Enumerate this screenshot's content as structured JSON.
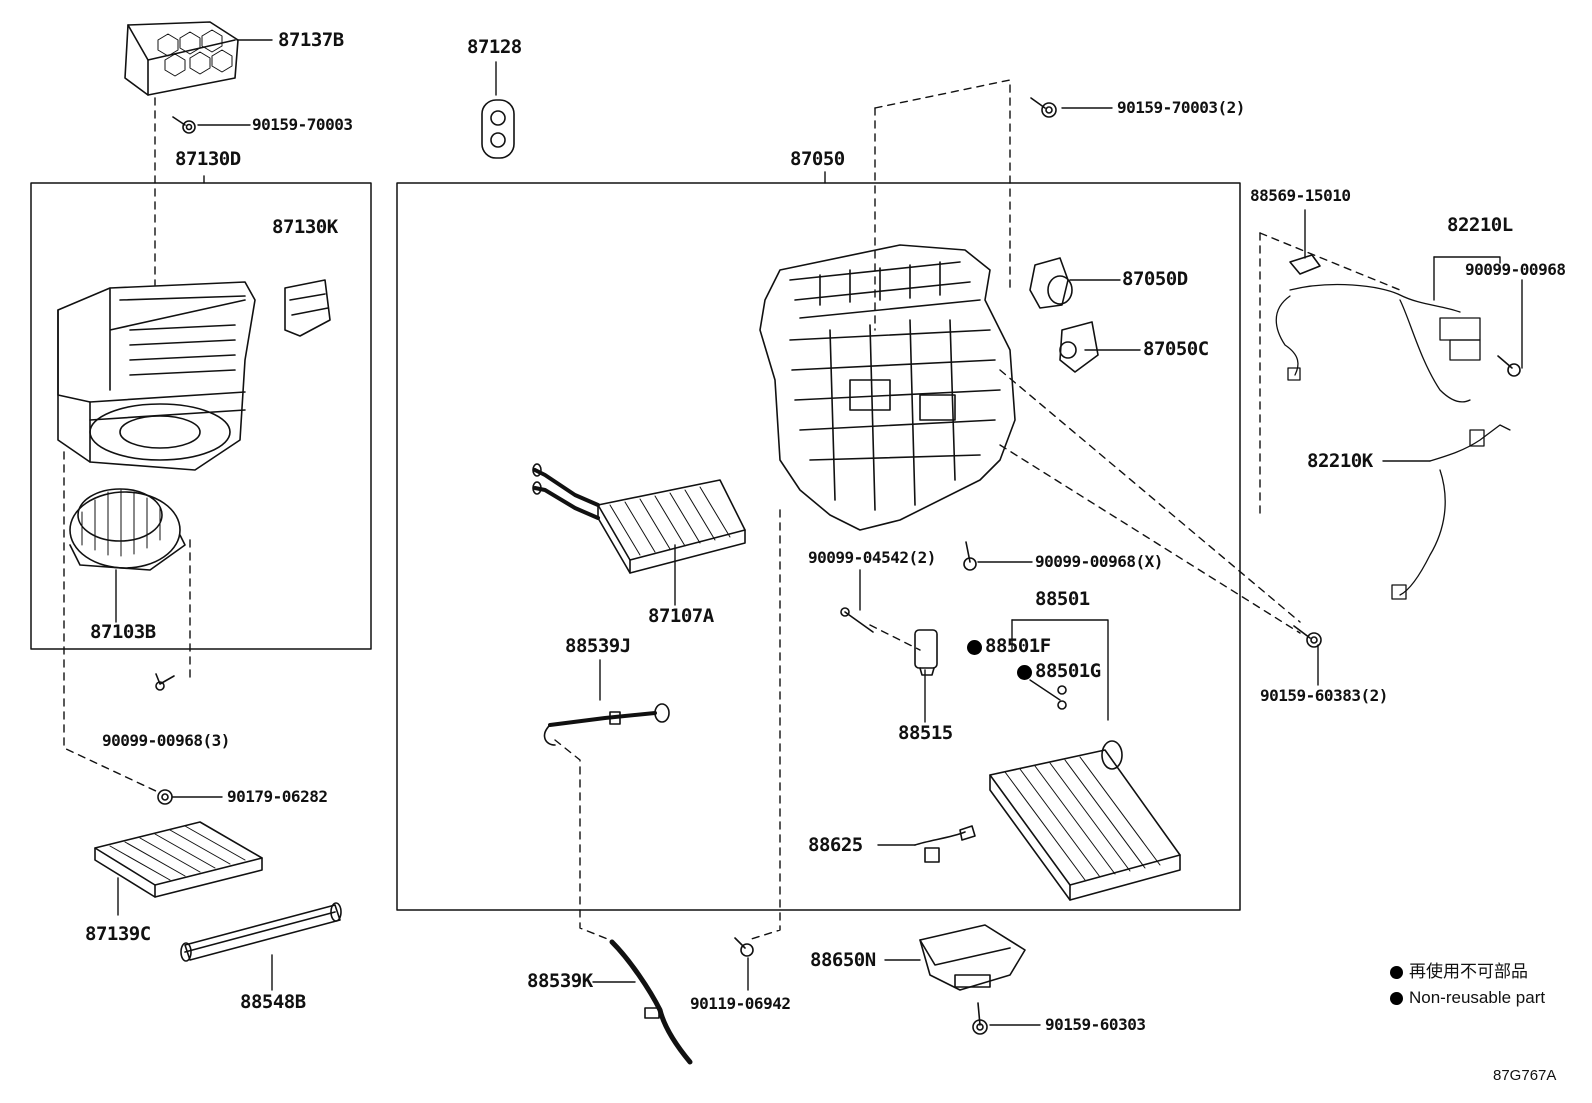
{
  "diagram": {
    "part_labels": {
      "p87137B": "87137B",
      "p90159_70003": "90159-70003",
      "p87130D": "87130D",
      "p87130K": "87130K",
      "p87103B": "87103B",
      "p90099_00968_3": "90099-00968(3)",
      "p90179_06282": "90179-06282",
      "p87139C": "87139C",
      "p88548B": "88548B",
      "p87128": "87128",
      "p87050": "87050",
      "p90159_70003_2": "90159-70003(2)",
      "p87050D": "87050D",
      "p87050C": "87050C",
      "p88569_15010": "88569-15010",
      "p82210L": "82210L",
      "p90099_00968": "90099-00968",
      "p82210K": "82210K",
      "p87107A": "87107A",
      "p88539J": "88539J",
      "p90099_04542_2": "90099-04542(2)",
      "p90099_00968_X": "90099-00968(X)",
      "p88501": "88501",
      "p88501F": "88501F",
      "p88501G": "88501G",
      "p88515": "88515",
      "p90159_60383_2": "90159-60383(2)",
      "p88625": "88625",
      "p88539K": "88539K",
      "p90119_06942": "90119-06942",
      "p88650N": "88650N",
      "p90159_60303": "90159-60303"
    },
    "legend": {
      "line1": "再使用不可部品",
      "line2": "Non-reusable part"
    },
    "figure_id": "87G767A"
  }
}
